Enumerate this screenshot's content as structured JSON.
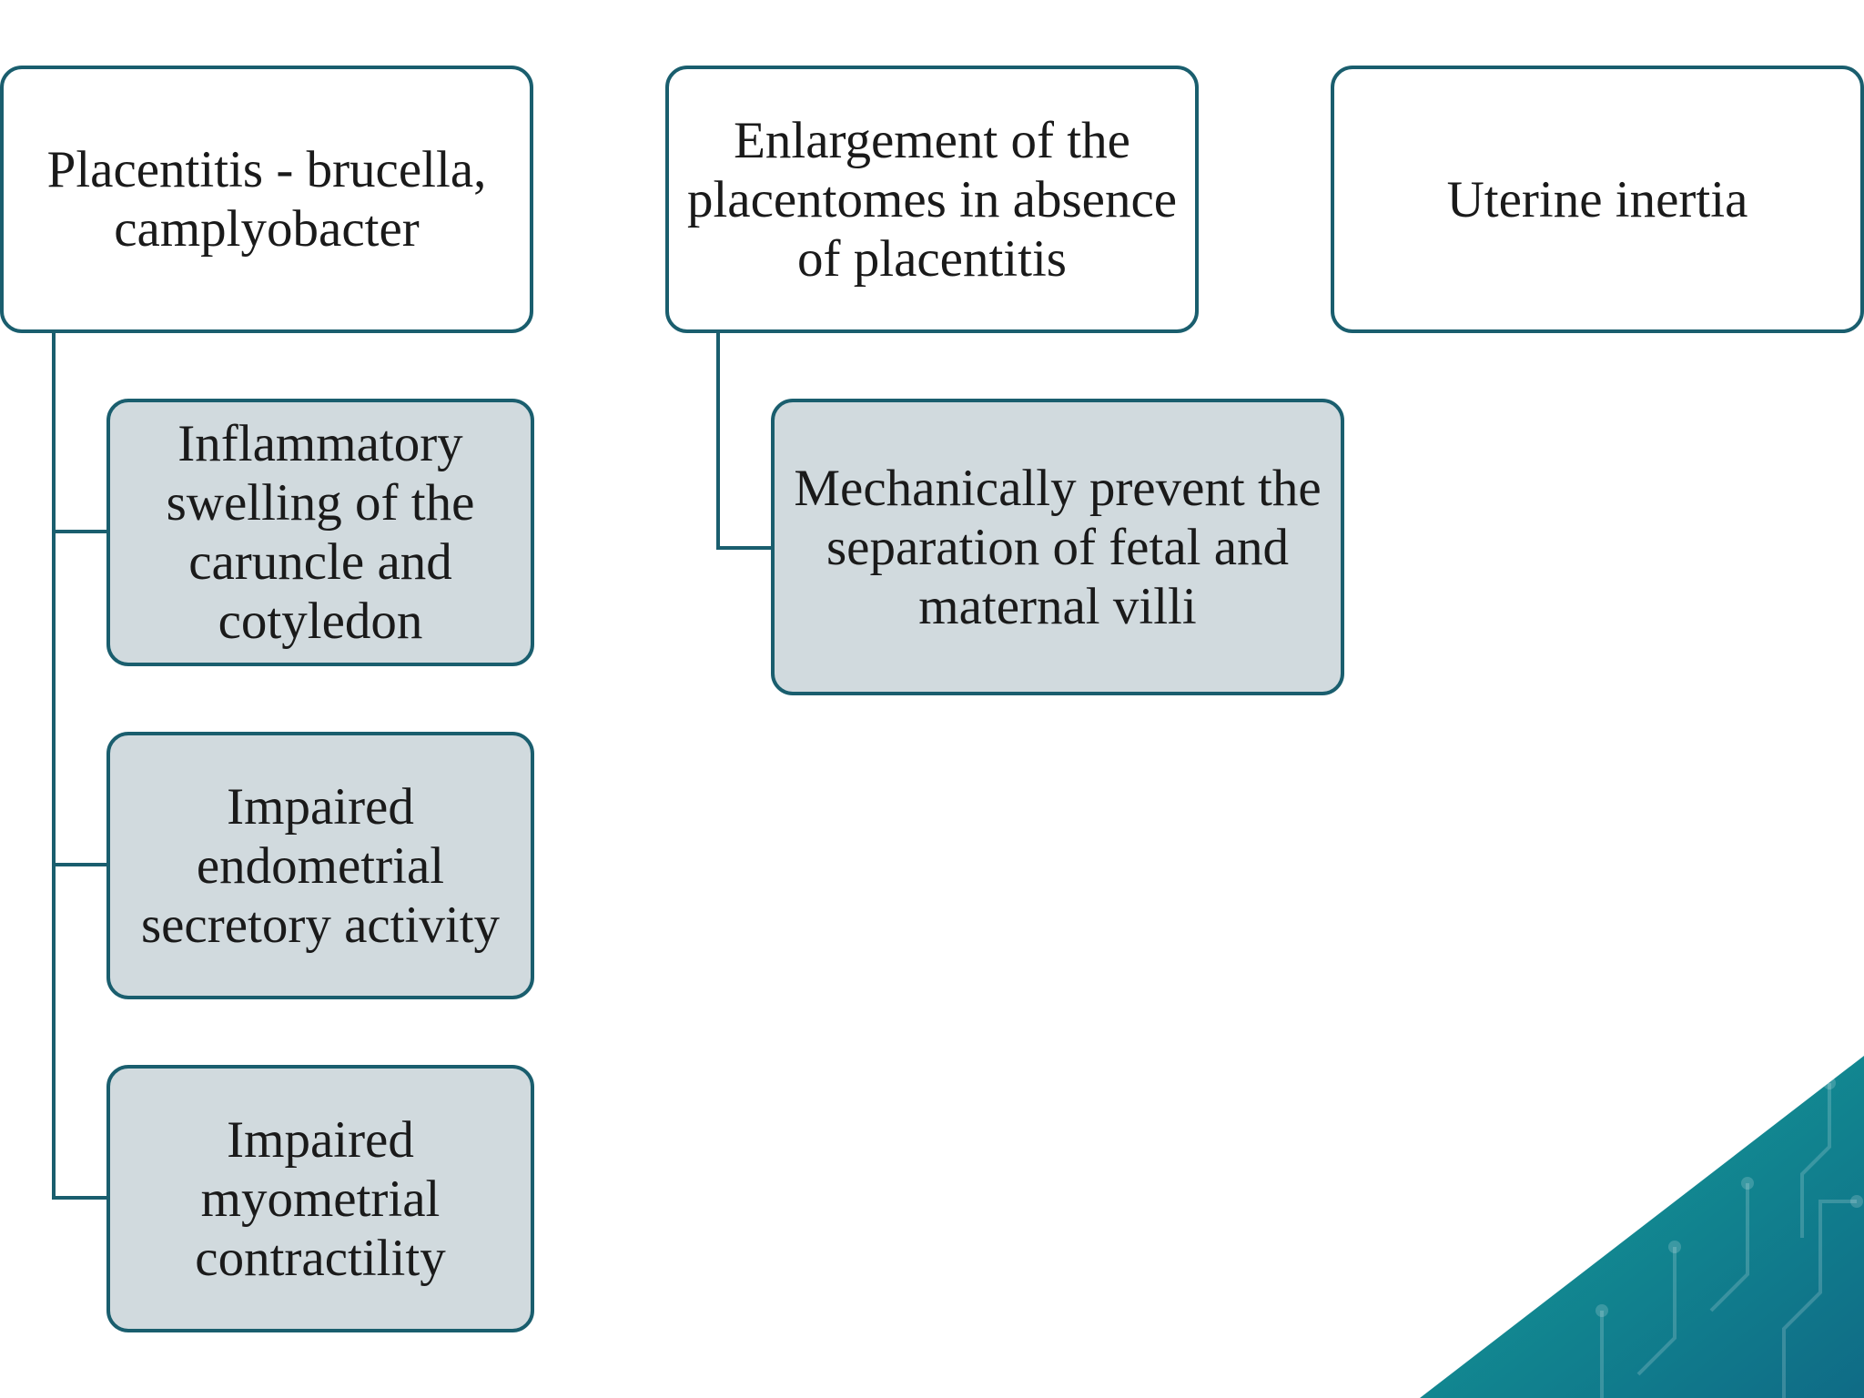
{
  "diagram": {
    "columns": [
      {
        "parent": "Placentitis - brucella, camplyobacter",
        "children": [
          "Inflammatory swelling of the caruncle and cotyledon",
          "Impaired endometrial secretory activity",
          "Impaired myometrial contractility"
        ]
      },
      {
        "parent": "Enlargement of the placentomes in absence of placentitis",
        "children": [
          "Mechanically prevent the separation of fetal and maternal villi"
        ]
      },
      {
        "parent": "Uterine inertia",
        "children": []
      }
    ]
  },
  "colors": {
    "border": "#1a5e6e",
    "parent_fill": "#ffffff",
    "child_fill": "#d1dade",
    "corner_teal": "#14a19a",
    "corner_dark": "#0f6b86"
  }
}
